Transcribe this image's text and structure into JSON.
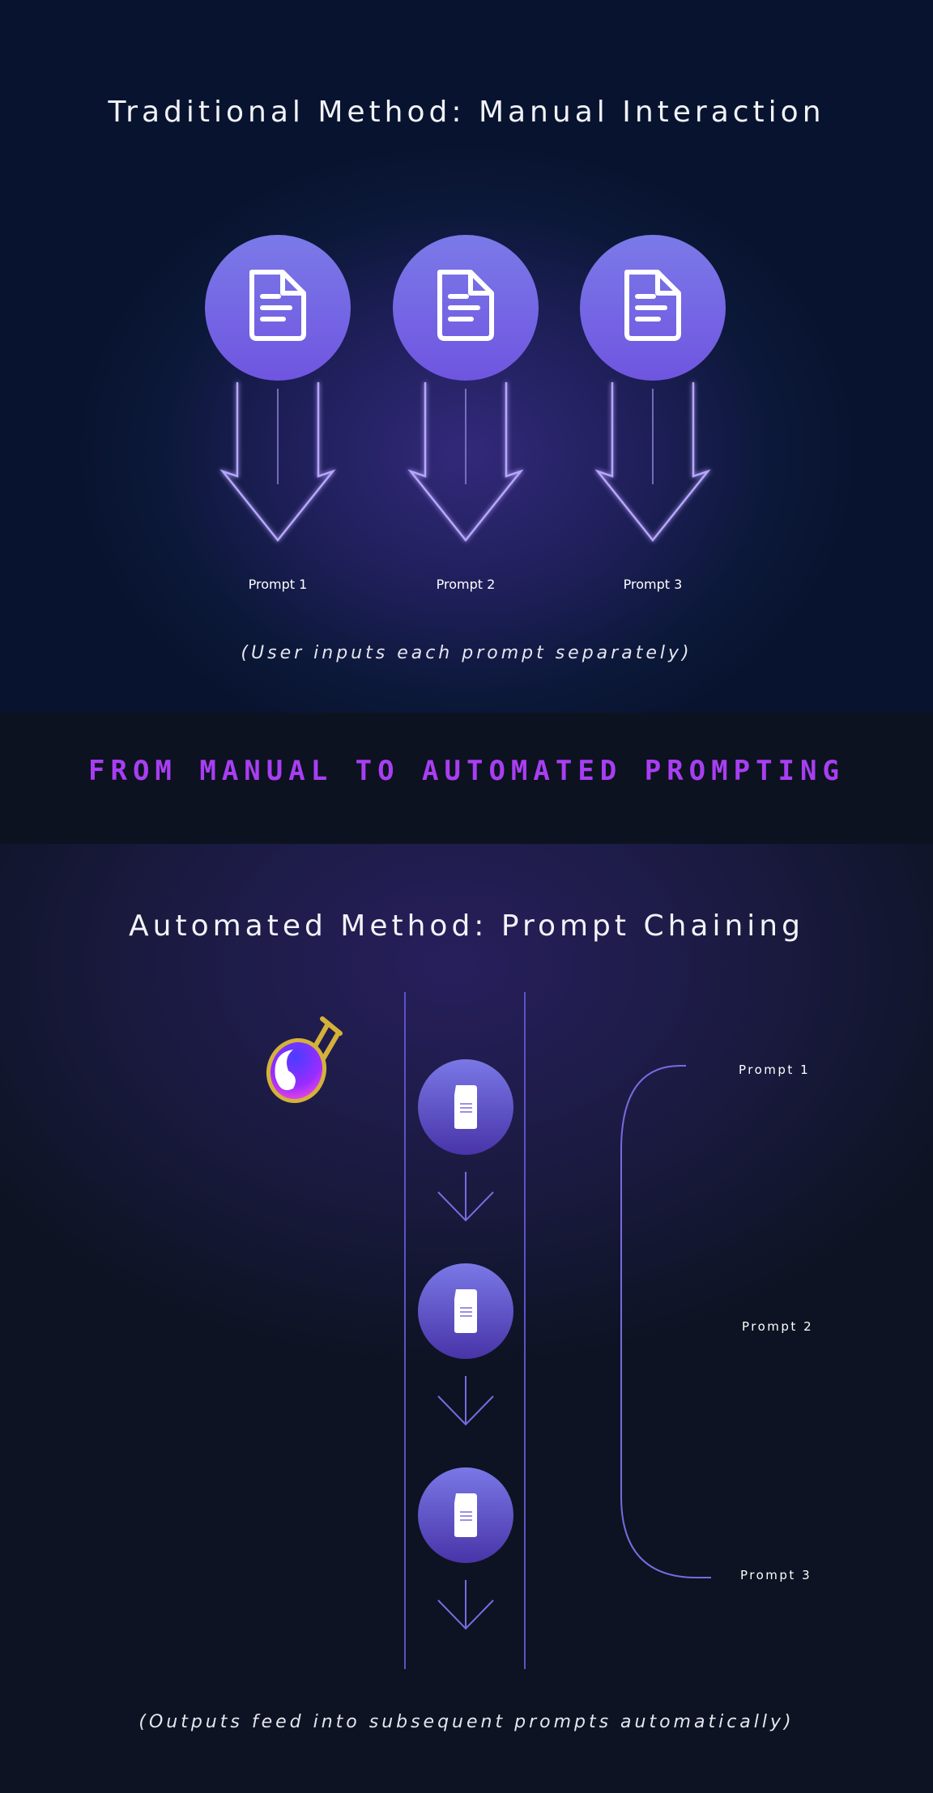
{
  "traditional": {
    "title": "Traditional Method: Manual Interaction",
    "prompts": [
      "Prompt 1",
      "Prompt 2",
      "Prompt 3"
    ],
    "caption": "(User inputs each prompt separately)"
  },
  "transition": {
    "heading": "FROM MANUAL TO AUTOMATED PROMPTING"
  },
  "automated": {
    "title": "Automated Method: Prompt Chaining",
    "prompts": [
      "Prompt 1",
      "Prompt 2",
      "Prompt 3"
    ],
    "caption": "(Outputs feed into subsequent prompts automatically)"
  },
  "colors": {
    "accent": "#a83ef2",
    "circle": "#7466e0",
    "line": "#7a6ae0",
    "flask": "#d4b23a"
  }
}
